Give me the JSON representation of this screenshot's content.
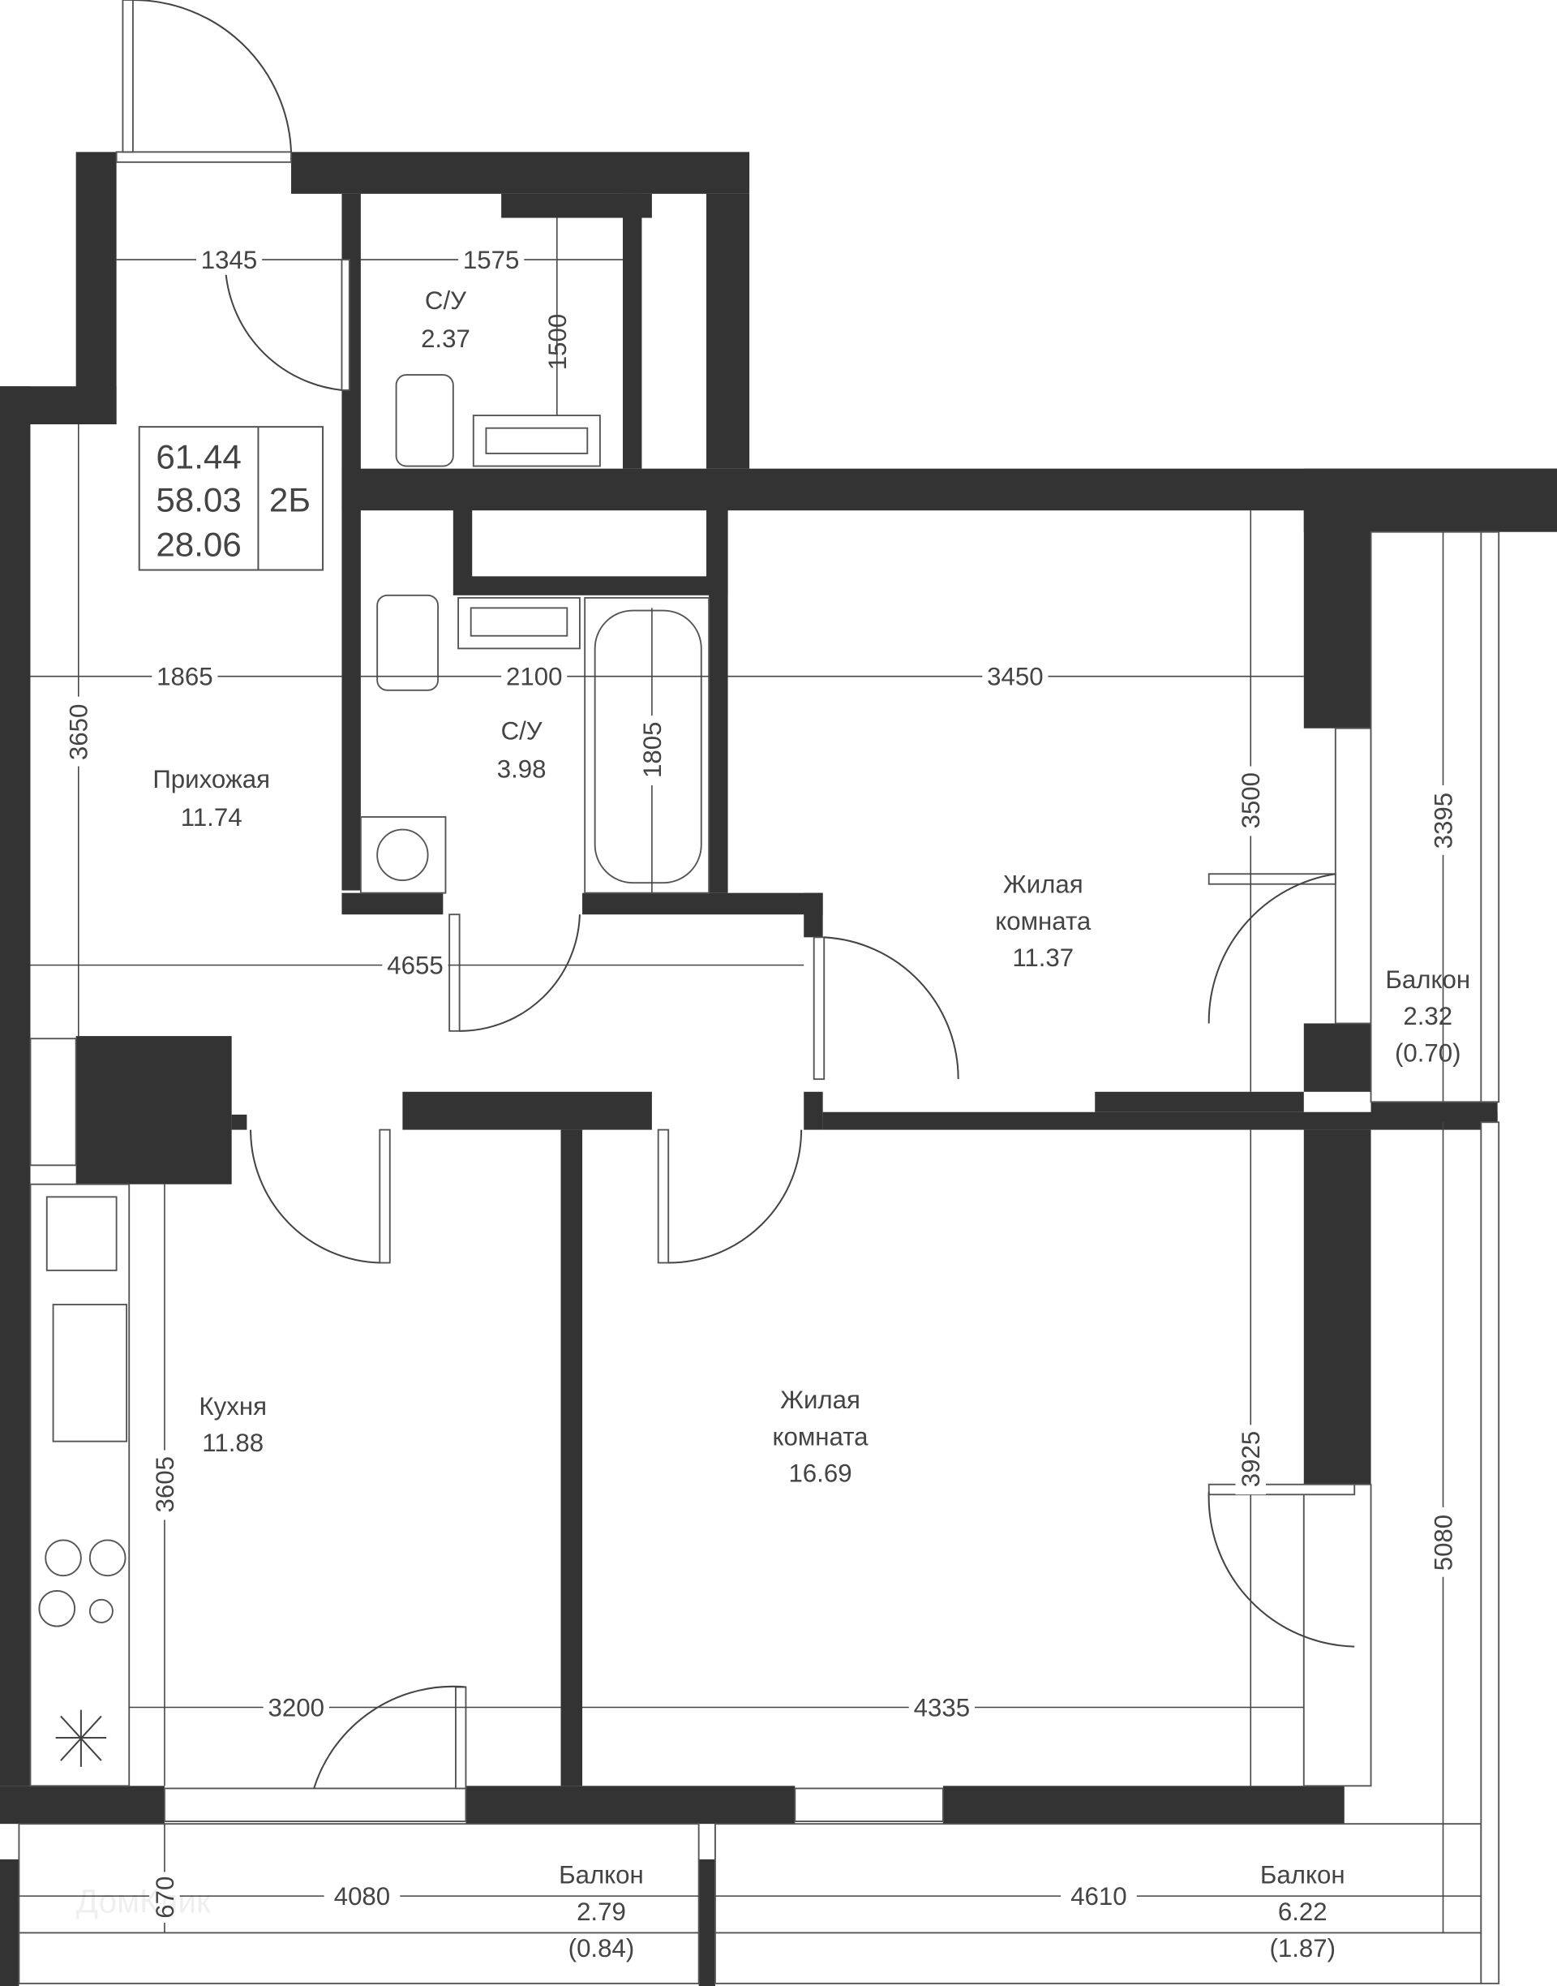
{
  "summary": {
    "total_area": "61.44",
    "living_area_incl": "58.03",
    "living_area": "28.06",
    "type": "2Б"
  },
  "rooms": {
    "wc1": {
      "name": "С/У",
      "area": "2.37"
    },
    "wc2": {
      "name": "С/У",
      "area": "3.98"
    },
    "hall": {
      "name": "Прихожая",
      "area": "11.74"
    },
    "room1": {
      "name1": "Жилая",
      "name2": "комната",
      "area": "11.37"
    },
    "room2": {
      "name1": "Жилая",
      "name2": "комната",
      "area": "16.69"
    },
    "kitchen": {
      "name": "Кухня",
      "area": "11.88"
    },
    "balcony_right": {
      "name": "Балкон",
      "area": "2.32",
      "reduced": "(0.70)"
    },
    "balcony_bl": {
      "name": "Балкон",
      "area": "2.79",
      "reduced": "(0.84)"
    },
    "balcony_br": {
      "name": "Балкон",
      "area": "6.22",
      "reduced": "(1.87)"
    }
  },
  "dimensions": {
    "d1345": "1345",
    "d1575": "1575",
    "d1500": "1500",
    "d1865": "1865",
    "d2100": "2100",
    "d3450": "3450",
    "d3650": "3650",
    "d1805": "1805",
    "d3500": "3500",
    "d3395": "3395",
    "d4655": "4655",
    "d3605": "3605",
    "d3200": "3200",
    "d4335": "4335",
    "d3925": "3925",
    "d5080": "5080",
    "d670": "670",
    "d4080": "4080",
    "d4610": "4610"
  },
  "watermark": "ДомКлик",
  "colors": {
    "wall": "#333333",
    "line": "#444444"
  }
}
